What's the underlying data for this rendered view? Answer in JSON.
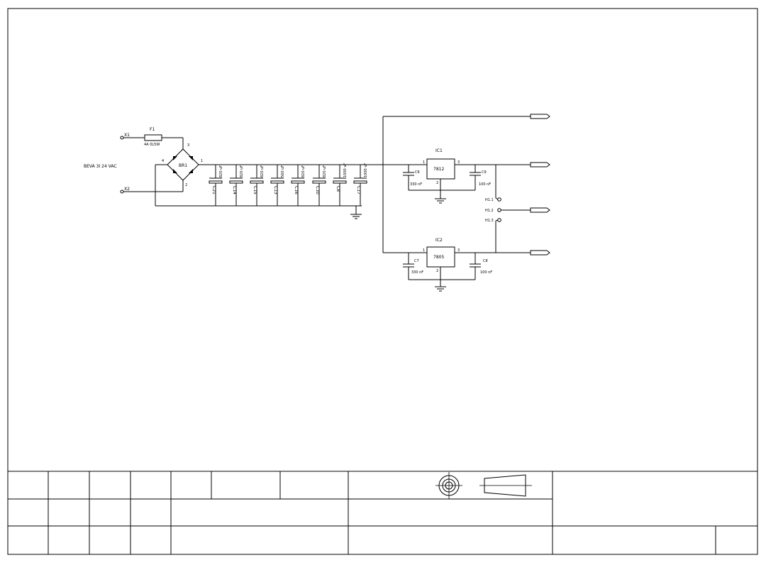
{
  "schematic": {
    "input_label": "BEVA 3I 24 VAC",
    "terminals": {
      "in1": "X1",
      "in2": "X2"
    },
    "fuse": {
      "ref": "F1",
      "value": "4A 0L5W"
    },
    "bridge": {
      "ref": "BR1",
      "pins": [
        "1",
        "2",
        "3",
        "4"
      ]
    },
    "filter_caps": [
      {
        "ref": "C21",
        "value": "820 uF"
      },
      {
        "ref": "C14",
        "value": "820 uF"
      },
      {
        "ref": "C15",
        "value": "820 uF"
      },
      {
        "ref": "C13",
        "value": "560 uF"
      },
      {
        "ref": "C16",
        "value": "820 uF"
      },
      {
        "ref": "C10",
        "value": "820 uF"
      },
      {
        "ref": "C8",
        "value": "1000 uF"
      },
      {
        "ref": "C17",
        "value": "1000 uF"
      }
    ],
    "regulators": [
      {
        "ref": "IC1",
        "part": "7812",
        "pins": [
          "1",
          "3",
          "2"
        ],
        "cap_in": {
          "ref": "C6",
          "value": "330 nF"
        },
        "cap_out": {
          "ref": "C9",
          "value": "100 nF"
        }
      },
      {
        "ref": "IC2",
        "part": "7805",
        "pins": [
          "1",
          "3",
          "2"
        ],
        "cap_in": {
          "ref": "C7",
          "value": "330 nF"
        },
        "cap_out": {
          "ref": "C8",
          "value": "100 nF"
        }
      }
    ],
    "jumpers": [
      "H1.1",
      "H1.2",
      "H1.3"
    ]
  }
}
